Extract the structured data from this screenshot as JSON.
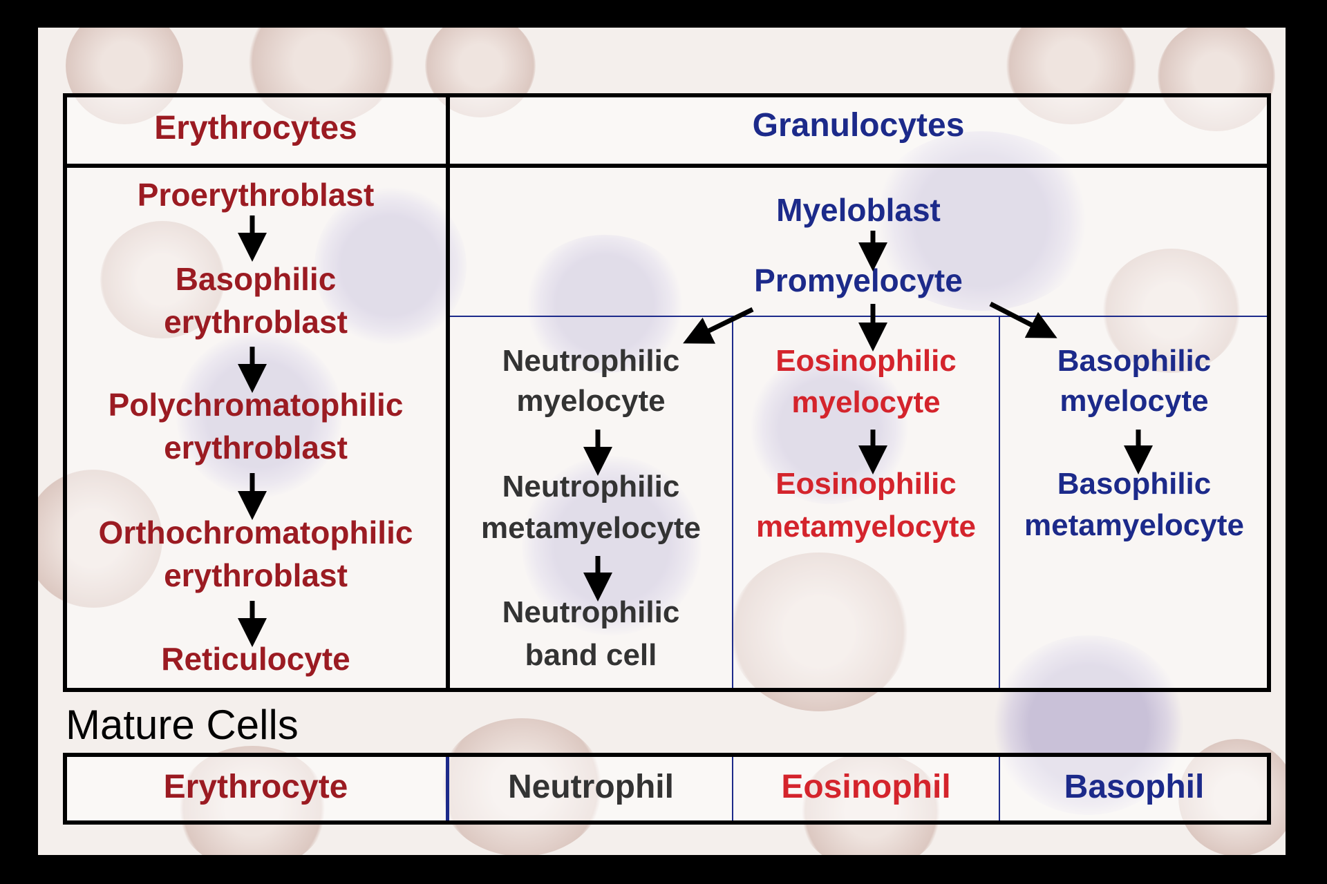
{
  "header": {
    "erythrocytes": "Erythrocytes",
    "granulocytes": "Granulocytes"
  },
  "erythroid": {
    "stages": [
      "Proerythroblast",
      "Basophilic",
      "erythroblast",
      "Polychromatophilic",
      "erythroblast",
      "Orthochromatophilic",
      "erythroblast",
      "Reticulocyte"
    ]
  },
  "granulocytic": {
    "myeloblast": "Myeloblast",
    "promyelocyte": "Promyelocyte",
    "neutrophilic": [
      "Neutrophilic",
      "myelocyte",
      "Neutrophilic",
      "metamyelocyte",
      "Neutrophilic",
      "band cell"
    ],
    "eosinophilic": [
      "Eosinophilic",
      "myelocyte",
      "Eosinophilic",
      "metamyelocyte"
    ],
    "basophilic": [
      "Basophilic",
      "myelocyte",
      "Basophilic",
      "metamyelocyte"
    ]
  },
  "mature": {
    "title": "Mature Cells",
    "cells": [
      "Erythrocyte",
      "Neutrophil",
      "Eosinophil",
      "Basophil"
    ]
  },
  "colors": {
    "erythroid": "#9b1b22",
    "granulocyte": "#1c2a8a",
    "neutrophil": "#333333",
    "eosinophil": "#d4242c"
  }
}
